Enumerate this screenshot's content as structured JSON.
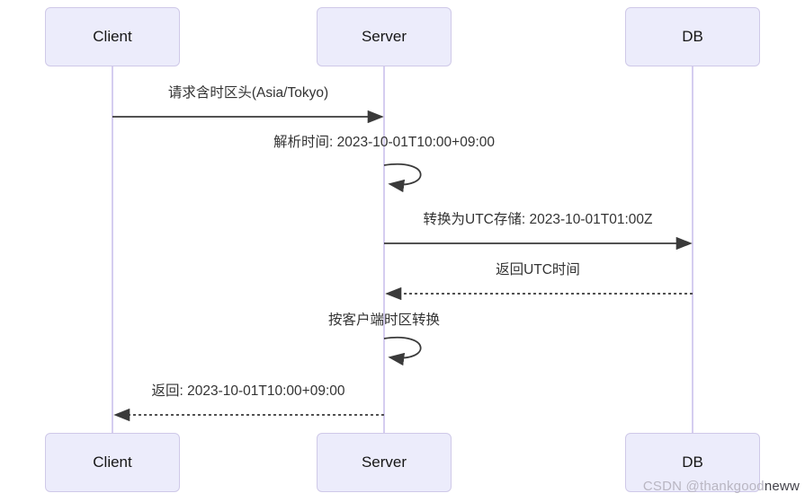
{
  "diagram": {
    "type": "sequence-diagram",
    "actors": [
      {
        "id": "client",
        "label": "Client"
      },
      {
        "id": "server",
        "label": "Server"
      },
      {
        "id": "db",
        "label": "DB"
      }
    ],
    "messages": [
      {
        "index": 1,
        "from": "Client",
        "to": "Server",
        "line": "solid",
        "label": "请求含时区头(Asia/Tokyo)"
      },
      {
        "index": 2,
        "from": "Server",
        "to": "Server",
        "line": "self",
        "label": "解析时间: 2023-10-01T10:00+09:00"
      },
      {
        "index": 3,
        "from": "Server",
        "to": "DB",
        "line": "solid",
        "label": "转换为UTC存储: 2023-10-01T01:00Z"
      },
      {
        "index": 4,
        "from": "DB",
        "to": "Server",
        "line": "dashed",
        "label": "返回UTC时间"
      },
      {
        "index": 5,
        "from": "Server",
        "to": "Server",
        "line": "self",
        "label": "按客户端时区转换"
      },
      {
        "index": 6,
        "from": "Server",
        "to": "Client",
        "line": "dashed",
        "label": "返回: 2023-10-01T10:00+09:00"
      }
    ],
    "colors": {
      "actor_fill": "#ececfb",
      "actor_border": "#cfc9e8",
      "lifeline": "#d5cdf0",
      "arrow": "#3a3a3a",
      "text": "#333333",
      "watermark_light": "#b9b6c2",
      "watermark_dark": "#44434b"
    },
    "watermark": {
      "part1": "CSDN @thankgood",
      "part2": "neww",
      "full": "CSDN @thankgoodneww"
    }
  }
}
